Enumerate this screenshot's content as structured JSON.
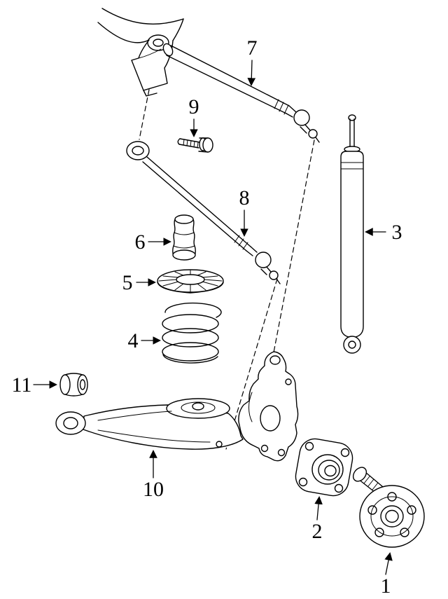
{
  "diagram": {
    "background_color": "#ffffff",
    "line_color": "#000000",
    "callouts": [
      {
        "label": "1"
      },
      {
        "label": "2"
      },
      {
        "label": "3"
      },
      {
        "label": "4"
      },
      {
        "label": "5"
      },
      {
        "label": "6"
      },
      {
        "label": "7"
      },
      {
        "label": "8"
      },
      {
        "label": "9"
      },
      {
        "label": "10"
      },
      {
        "label": "11"
      }
    ]
  }
}
